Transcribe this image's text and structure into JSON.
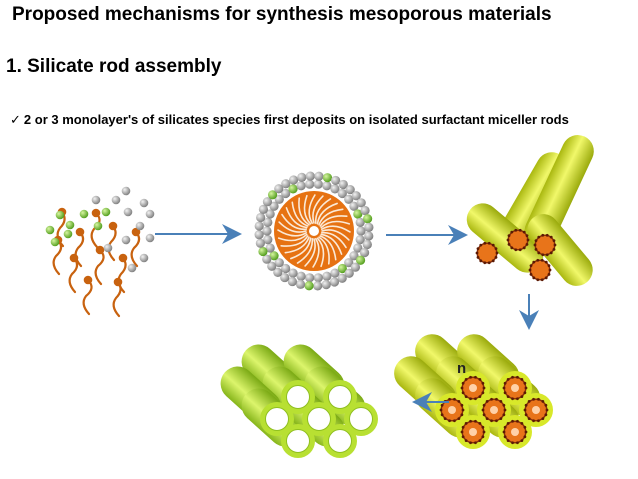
{
  "title": "Proposed mechanisms for synthesis  mesoporous materials",
  "section_title": "1. Silicate rod assembly",
  "bullet": {
    "check_glyph": "✓",
    "text": "2 or 3 monolayer's of silicates species first deposits on isolated  surfactant miceller rods"
  },
  "stage_label_n": "n",
  "colors": {
    "surfactant": "#e06a10",
    "silicate_green": "#7cc52c",
    "silicate_gray": "#a8a8a8",
    "rod_yellow": "#d8e82a",
    "rod_green": "#b6df2e",
    "arrow": "#4a80b8"
  }
}
